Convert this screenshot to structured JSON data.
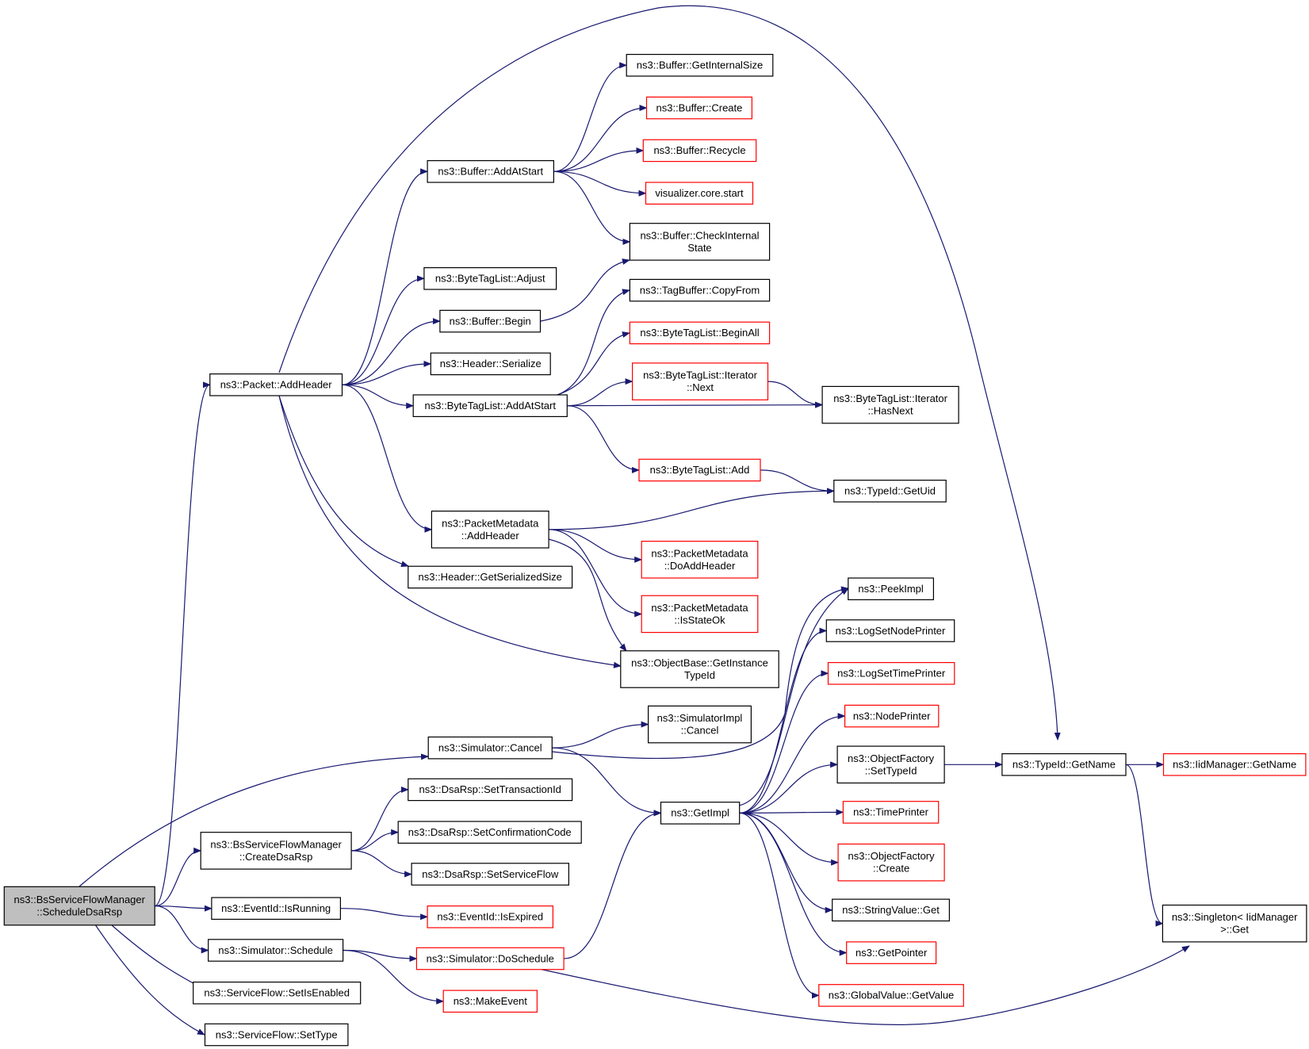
{
  "nodes": [
    {
      "id": "root",
      "lines": [
        "ns3::BsServiceFlowManager",
        "::ScheduleDsaRsp"
      ],
      "style": "root"
    },
    {
      "id": "addHeader",
      "lines": [
        "ns3::Packet::AddHeader"
      ],
      "style": "normal"
    },
    {
      "id": "cancel",
      "lines": [
        "ns3::Simulator::Cancel"
      ],
      "style": "normal"
    },
    {
      "id": "createDsaRsp",
      "lines": [
        "ns3::BsServiceFlowManager",
        "::CreateDsaRsp"
      ],
      "style": "normal"
    },
    {
      "id": "isRunning",
      "lines": [
        "ns3::EventId::IsRunning"
      ],
      "style": "normal"
    },
    {
      "id": "schedule",
      "lines": [
        "ns3::Simulator::Schedule"
      ],
      "style": "normal"
    },
    {
      "id": "setIsEnabled",
      "lines": [
        "ns3::ServiceFlow::SetIsEnabled"
      ],
      "style": "normal"
    },
    {
      "id": "setType",
      "lines": [
        "ns3::ServiceFlow::SetType"
      ],
      "style": "normal"
    },
    {
      "id": "bufAddAtStart",
      "lines": [
        "ns3::Buffer::AddAtStart"
      ],
      "style": "normal"
    },
    {
      "id": "btlAdjust",
      "lines": [
        "ns3::ByteTagList::Adjust"
      ],
      "style": "normal"
    },
    {
      "id": "bufBegin",
      "lines": [
        "ns3::Buffer::Begin"
      ],
      "style": "normal"
    },
    {
      "id": "hdrSerialize",
      "lines": [
        "ns3::Header::Serialize"
      ],
      "style": "normal"
    },
    {
      "id": "btlAddAtStart",
      "lines": [
        "ns3::ByteTagList::AddAtStart"
      ],
      "style": "normal"
    },
    {
      "id": "pmAddHeader",
      "lines": [
        "ns3::PacketMetadata",
        "::AddHeader"
      ],
      "style": "normal"
    },
    {
      "id": "hdrGetSerSize",
      "lines": [
        "ns3::Header::GetSerializedSize"
      ],
      "style": "normal"
    },
    {
      "id": "bufGetInternalSize",
      "lines": [
        "ns3::Buffer::GetInternalSize"
      ],
      "style": "normal"
    },
    {
      "id": "bufCreate",
      "lines": [
        "ns3::Buffer::Create"
      ],
      "style": "red"
    },
    {
      "id": "bufRecycle",
      "lines": [
        "ns3::Buffer::Recycle"
      ],
      "style": "red"
    },
    {
      "id": "vizStart",
      "lines": [
        "visualizer.core.start"
      ],
      "style": "red"
    },
    {
      "id": "bufCheckInternal",
      "lines": [
        "ns3::Buffer::CheckInternal",
        "State"
      ],
      "style": "normal"
    },
    {
      "id": "tbCopyFrom",
      "lines": [
        "ns3::TagBuffer::CopyFrom"
      ],
      "style": "normal"
    },
    {
      "id": "btlBeginAll",
      "lines": [
        "ns3::ByteTagList::BeginAll"
      ],
      "style": "red"
    },
    {
      "id": "btlIterNext",
      "lines": [
        "ns3::ByteTagList::Iterator",
        "::Next"
      ],
      "style": "red"
    },
    {
      "id": "btlIterHasNext",
      "lines": [
        "ns3::ByteTagList::Iterator",
        "::HasNext"
      ],
      "style": "normal"
    },
    {
      "id": "btlAdd",
      "lines": [
        "ns3::ByteTagList::Add"
      ],
      "style": "red"
    },
    {
      "id": "typeIdGetUid",
      "lines": [
        "ns3::TypeId::GetUid"
      ],
      "style": "normal"
    },
    {
      "id": "pmDoAddHeader",
      "lines": [
        "ns3::PacketMetadata",
        "::DoAddHeader"
      ],
      "style": "red"
    },
    {
      "id": "pmIsStateOk",
      "lines": [
        "ns3::PacketMetadata",
        "::IsStateOk"
      ],
      "style": "red"
    },
    {
      "id": "obGetInstanceTypeId",
      "lines": [
        "ns3::ObjectBase::GetInstance",
        "TypeId"
      ],
      "style": "normal"
    },
    {
      "id": "simImplCancel",
      "lines": [
        "ns3::SimulatorImpl",
        "::Cancel"
      ],
      "style": "normal"
    },
    {
      "id": "getImpl",
      "lines": [
        "ns3::GetImpl"
      ],
      "style": "normal"
    },
    {
      "id": "peekImpl",
      "lines": [
        "ns3::PeekImpl"
      ],
      "style": "normal"
    },
    {
      "id": "logSetNodePrinter",
      "lines": [
        "ns3::LogSetNodePrinter"
      ],
      "style": "normal"
    },
    {
      "id": "logSetTimePrinter",
      "lines": [
        "ns3::LogSetTimePrinter"
      ],
      "style": "red"
    },
    {
      "id": "nodePrinter",
      "lines": [
        "ns3::NodePrinter"
      ],
      "style": "red"
    },
    {
      "id": "ofSetTypeId",
      "lines": [
        "ns3::ObjectFactory",
        "::SetTypeId"
      ],
      "style": "normal"
    },
    {
      "id": "timePrinter",
      "lines": [
        "ns3::TimePrinter"
      ],
      "style": "red"
    },
    {
      "id": "ofCreate",
      "lines": [
        "ns3::ObjectFactory",
        "::Create"
      ],
      "style": "red"
    },
    {
      "id": "svGet",
      "lines": [
        "ns3::StringValue::Get"
      ],
      "style": "normal"
    },
    {
      "id": "getPointer",
      "lines": [
        "ns3::GetPointer"
      ],
      "style": "red"
    },
    {
      "id": "gvGetValue",
      "lines": [
        "ns3::GlobalValue::GetValue"
      ],
      "style": "red"
    },
    {
      "id": "typeIdGetName",
      "lines": [
        "ns3::TypeId::GetName"
      ],
      "style": "normal"
    },
    {
      "id": "iidGetName",
      "lines": [
        "ns3::IidManager::GetName"
      ],
      "style": "red"
    },
    {
      "id": "singletonGet",
      "lines": [
        "ns3::Singleton< IidManager",
        " >::Get"
      ],
      "style": "normal"
    },
    {
      "id": "dsaSetTransId",
      "lines": [
        "ns3::DsaRsp::SetTransactionId"
      ],
      "style": "normal"
    },
    {
      "id": "dsaSetConfCode",
      "lines": [
        "ns3::DsaRsp::SetConfirmationCode"
      ],
      "style": "normal"
    },
    {
      "id": "dsaSetServiceFlow",
      "lines": [
        "ns3::DsaRsp::SetServiceFlow"
      ],
      "style": "normal"
    },
    {
      "id": "isExpired",
      "lines": [
        "ns3::EventId::IsExpired"
      ],
      "style": "red"
    },
    {
      "id": "doSchedule",
      "lines": [
        "ns3::Simulator::DoSchedule"
      ],
      "style": "red"
    },
    {
      "id": "makeEvent",
      "lines": [
        "ns3::MakeEvent"
      ],
      "style": "red"
    }
  ],
  "edges": [
    [
      "root",
      "addHeader"
    ],
    [
      "root",
      "cancel"
    ],
    [
      "root",
      "createDsaRsp"
    ],
    [
      "root",
      "isRunning"
    ],
    [
      "root",
      "schedule"
    ],
    [
      "root",
      "setIsEnabled"
    ],
    [
      "root",
      "setType"
    ],
    [
      "addHeader",
      "bufAddAtStart"
    ],
    [
      "addHeader",
      "btlAdjust"
    ],
    [
      "addHeader",
      "bufBegin"
    ],
    [
      "addHeader",
      "hdrSerialize"
    ],
    [
      "addHeader",
      "btlAddAtStart"
    ],
    [
      "addHeader",
      "pmAddHeader"
    ],
    [
      "addHeader",
      "hdrGetSerSize"
    ],
    [
      "addHeader",
      "obGetInstanceTypeId"
    ],
    [
      "addHeader",
      "typeIdGetName"
    ],
    [
      "bufAddAtStart",
      "bufGetInternalSize"
    ],
    [
      "bufAddAtStart",
      "bufCreate"
    ],
    [
      "bufAddAtStart",
      "bufRecycle"
    ],
    [
      "bufAddAtStart",
      "vizStart"
    ],
    [
      "bufAddAtStart",
      "bufCheckInternal"
    ],
    [
      "bufBegin",
      "bufCheckInternal"
    ],
    [
      "btlAddAtStart",
      "tbCopyFrom"
    ],
    [
      "btlAddAtStart",
      "btlBeginAll"
    ],
    [
      "btlAddAtStart",
      "btlIterNext"
    ],
    [
      "btlAddAtStart",
      "btlIterHasNext"
    ],
    [
      "btlAddAtStart",
      "btlAdd"
    ],
    [
      "btlIterNext",
      "btlIterHasNext"
    ],
    [
      "btlAdd",
      "typeIdGetUid"
    ],
    [
      "pmAddHeader",
      "typeIdGetUid"
    ],
    [
      "pmAddHeader",
      "pmDoAddHeader"
    ],
    [
      "pmAddHeader",
      "pmIsStateOk"
    ],
    [
      "pmAddHeader",
      "obGetInstanceTypeId"
    ],
    [
      "cancel",
      "simImplCancel"
    ],
    [
      "cancel",
      "getImpl"
    ],
    [
      "cancel",
      "peekImpl"
    ],
    [
      "getImpl",
      "peekImpl"
    ],
    [
      "getImpl",
      "logSetNodePrinter"
    ],
    [
      "getImpl",
      "logSetTimePrinter"
    ],
    [
      "getImpl",
      "nodePrinter"
    ],
    [
      "getImpl",
      "ofSetTypeId"
    ],
    [
      "getImpl",
      "timePrinter"
    ],
    [
      "getImpl",
      "ofCreate"
    ],
    [
      "getImpl",
      "svGet"
    ],
    [
      "getImpl",
      "getPointer"
    ],
    [
      "getImpl",
      "gvGetValue"
    ],
    [
      "ofSetTypeId",
      "typeIdGetName"
    ],
    [
      "typeIdGetName",
      "iidGetName"
    ],
    [
      "typeIdGetName",
      "singletonGet"
    ],
    [
      "createDsaRsp",
      "dsaSetTransId"
    ],
    [
      "createDsaRsp",
      "dsaSetConfCode"
    ],
    [
      "createDsaRsp",
      "dsaSetServiceFlow"
    ],
    [
      "isRunning",
      "isExpired"
    ],
    [
      "schedule",
      "doSchedule"
    ],
    [
      "schedule",
      "makeEvent"
    ],
    [
      "doSchedule",
      "getImpl"
    ],
    [
      "doSchedule",
      "singletonGet"
    ]
  ],
  "colors": {
    "edge": "#191970",
    "box_border": "#000000",
    "highlight_border": "#ff0000",
    "root_fill": "#bfbfbf"
  }
}
